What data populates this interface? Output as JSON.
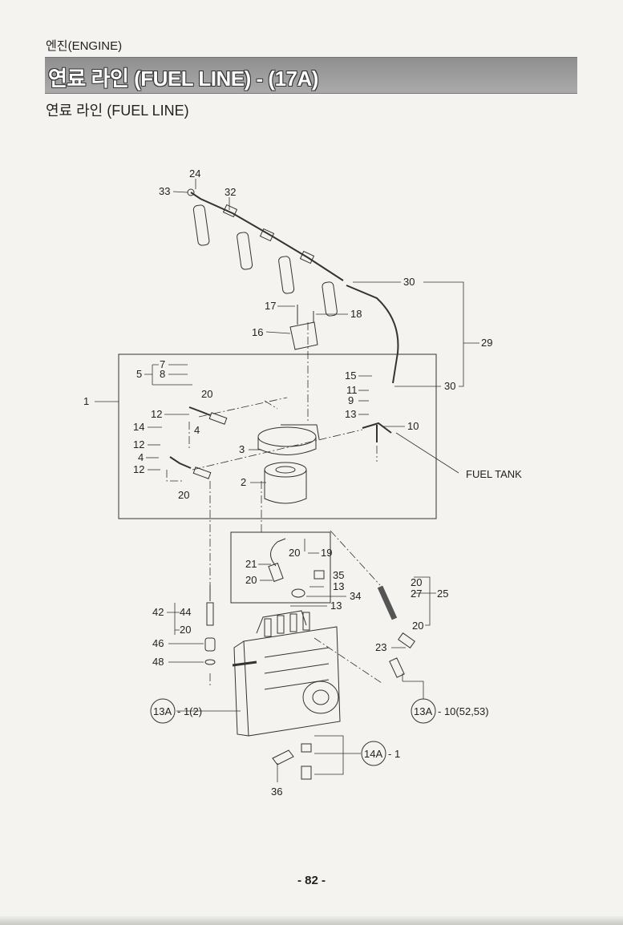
{
  "header": {
    "section": "엔진(ENGINE)",
    "title": "연료 라인 (FUEL LINE) - (17A)",
    "subtitle": "연료 라인 (FUEL LINE)"
  },
  "callouts": [
    {
      "id": "c24",
      "text": "24"
    },
    {
      "id": "c33",
      "text": "33"
    },
    {
      "id": "c32",
      "text": "32"
    },
    {
      "id": "c30a",
      "text": "30"
    },
    {
      "id": "c17",
      "text": "17"
    },
    {
      "id": "c18",
      "text": "18"
    },
    {
      "id": "c16",
      "text": "16"
    },
    {
      "id": "c29",
      "text": "29"
    },
    {
      "id": "c7",
      "text": "7"
    },
    {
      "id": "c5",
      "text": "5"
    },
    {
      "id": "c8",
      "text": "8"
    },
    {
      "id": "c15",
      "text": "15"
    },
    {
      "id": "c11",
      "text": "11"
    },
    {
      "id": "c30b",
      "text": "30"
    },
    {
      "id": "c9",
      "text": "9"
    },
    {
      "id": "c1",
      "text": "1"
    },
    {
      "id": "c20a",
      "text": "20"
    },
    {
      "id": "c13a",
      "text": "13"
    },
    {
      "id": "c12a",
      "text": "12"
    },
    {
      "id": "c10",
      "text": "10"
    },
    {
      "id": "c14",
      "text": "14"
    },
    {
      "id": "c4a",
      "text": "4"
    },
    {
      "id": "c12b",
      "text": "12"
    },
    {
      "id": "c3",
      "text": "3"
    },
    {
      "id": "c4b",
      "text": "4"
    },
    {
      "id": "c12c",
      "text": "12"
    },
    {
      "id": "c2",
      "text": "2"
    },
    {
      "id": "c20b",
      "text": "20"
    },
    {
      "id": "c20c",
      "text": "20"
    },
    {
      "id": "c19",
      "text": "19"
    },
    {
      "id": "c21",
      "text": "21"
    },
    {
      "id": "c20d",
      "text": "20"
    },
    {
      "id": "c35",
      "text": "35"
    },
    {
      "id": "c13b",
      "text": "13"
    },
    {
      "id": "c34",
      "text": "34"
    },
    {
      "id": "c20e",
      "text": "20"
    },
    {
      "id": "c27",
      "text": "27"
    },
    {
      "id": "c25",
      "text": "25"
    },
    {
      "id": "c13c",
      "text": "13"
    },
    {
      "id": "c42",
      "text": "42"
    },
    {
      "id": "c44",
      "text": "44"
    },
    {
      "id": "c20f",
      "text": "20"
    },
    {
      "id": "c20g",
      "text": "20"
    },
    {
      "id": "c46",
      "text": "46"
    },
    {
      "id": "c23",
      "text": "23"
    },
    {
      "id": "c48",
      "text": "48"
    },
    {
      "id": "c36",
      "text": "36"
    }
  ],
  "references": {
    "fuel_tank": "FUEL TANK",
    "ref1_circle": "13A",
    "ref1_text": "- 1(2)",
    "ref2_circle": "13A",
    "ref2_text": "- 10(52,53)",
    "ref3_circle": "14A",
    "ref3_text": "- 1"
  },
  "footer": {
    "page_number": "- 82 -"
  }
}
